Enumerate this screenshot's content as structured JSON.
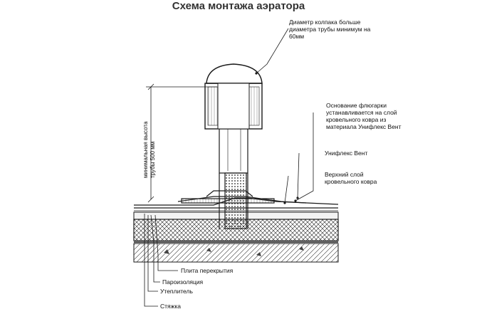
{
  "diagram": {
    "title": "Схема монтажа аэратора",
    "annotations": {
      "cap_diameter": [
        "Диаметр колпака больше",
        "диаметра трубы минимум на",
        "60мм"
      ],
      "base": [
        "Основание флюгарки",
        "устанавливается на слой",
        "кровельного ковра из",
        "материала Унифлекс Вент"
      ],
      "uniflex": "Унифлекс Вент",
      "top_layer": [
        "Верхний слой",
        "кровельного ковра"
      ],
      "min_height": [
        "минимальная высота",
        "трубы 500 мм"
      ]
    },
    "layers": [
      "Плита перекрытия",
      "Пароизоляция",
      "Утеплитель",
      "Стяжка"
    ],
    "colors": {
      "line": "#1a1a1a",
      "text": "#111111",
      "title": "#333333"
    }
  }
}
